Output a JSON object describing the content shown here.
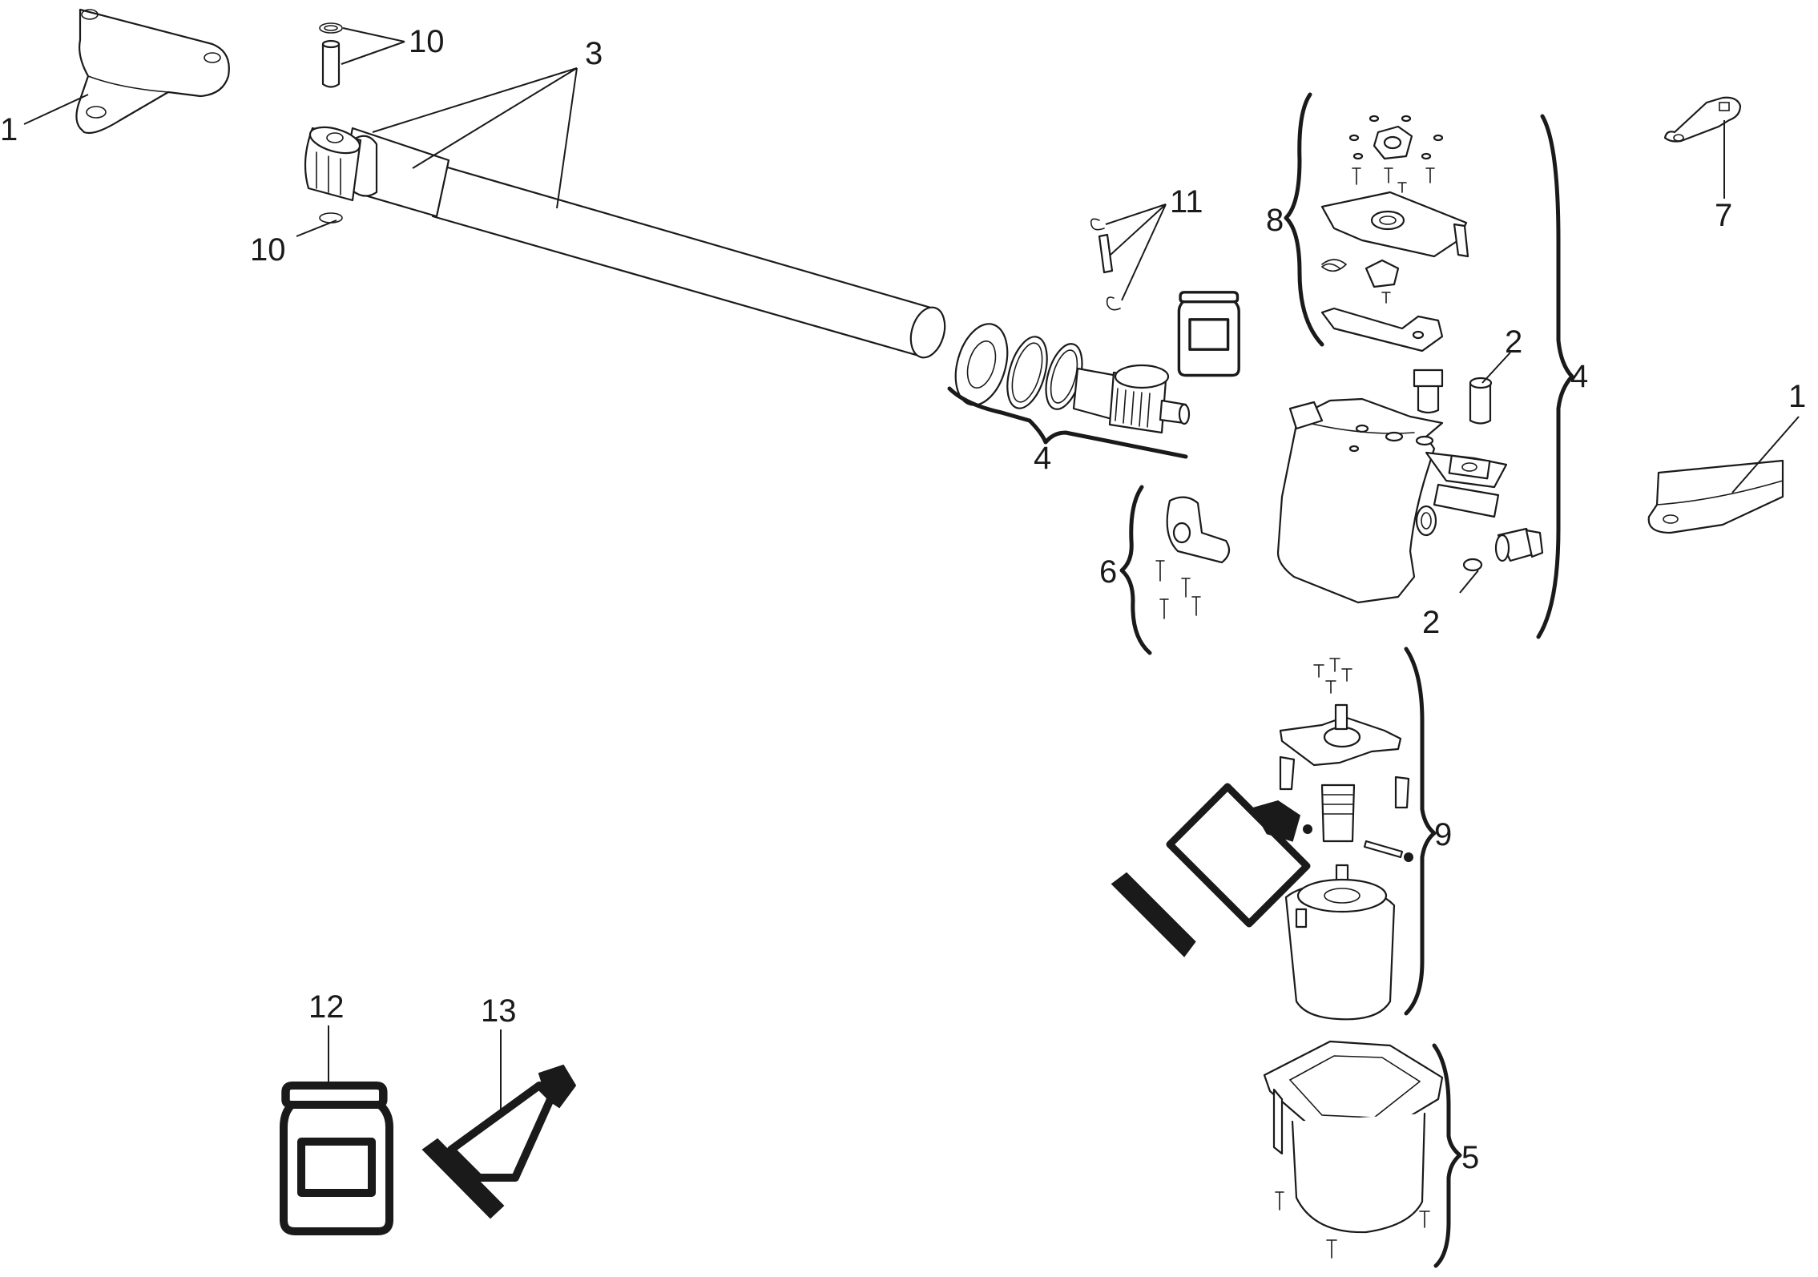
{
  "callouts": {
    "c1_left": "1",
    "c1_right": "1",
    "c2_upper": "2",
    "c2_lower": "2",
    "c3": "3",
    "c4_mid": "4",
    "c4_right": "4",
    "c5": "5",
    "c6": "6",
    "c7": "7",
    "c8": "8",
    "c9": "9",
    "c10_upper": "10",
    "c10_lower": "10",
    "c11": "11",
    "c12": "12",
    "c13": "13"
  },
  "icons": {
    "grease_jar": "jar-icon",
    "grease_tube": "tube-icon"
  },
  "colors": {
    "line": "#1a1a1a",
    "background": "#ffffff"
  }
}
